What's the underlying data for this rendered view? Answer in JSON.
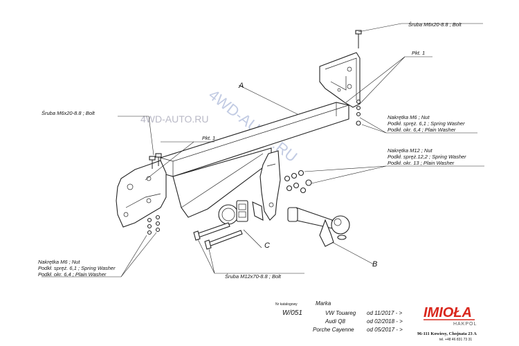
{
  "watermarks": {
    "site": "4WD-AUTO.RU",
    "diagonal": "4WD-AUTO.RU"
  },
  "labels": {
    "bolt_top": "Śruba M6x20-8.8 ;  Bolt",
    "pkt1_right": "Pkt. 1",
    "nut_m6_right": [
      "Nakrętka  M6 ; Nut",
      "Podkł. spręż. 6,1 ; Spring Washer",
      "Podkł. okr.  6,4 ; Plain Washer"
    ],
    "nut_m12": [
      "Nakrętka  M12 ; Nut",
      "Podkł. spręż.12,2 ; Spring Washer",
      "Podkł. okr. 13 ; Plain Washer"
    ],
    "bolt_left": "Śruba M6x20-8.8 ;  Bolt",
    "pkt1_left": "Pkt. 1",
    "nut_m6_left": [
      "Nakrętka  M6 ; Nut",
      "Podkł. spręż. 6,1 ; Spring Washer",
      "Podkł. okr. 6,4 ; Plain Washer"
    ],
    "bolt_m12": "Śruba M12x70-8.8 ;  Bolt",
    "part_a": "A",
    "part_b": "B",
    "part_c": "C"
  },
  "info": {
    "catalog_label": "Nr katalogowy",
    "marka_label": "Marka",
    "catalog_no": "W/051",
    "vehicles": [
      {
        "model": "VW Touareg",
        "from": "od  11/2017 - >"
      },
      {
        "model": "Audi Q8",
        "from": "od  02/2018 - >"
      },
      {
        "model": "Porche Cayenne",
        "from": "od 05/2017 - >"
      }
    ]
  },
  "brand": {
    "name": "IMIOŁA",
    "sub": "HAKPOL",
    "address": "96-111 Kowiesy, Chojnata 23 A",
    "phone": "tel. +48 46 831 73 31",
    "color": "#d9261c"
  }
}
